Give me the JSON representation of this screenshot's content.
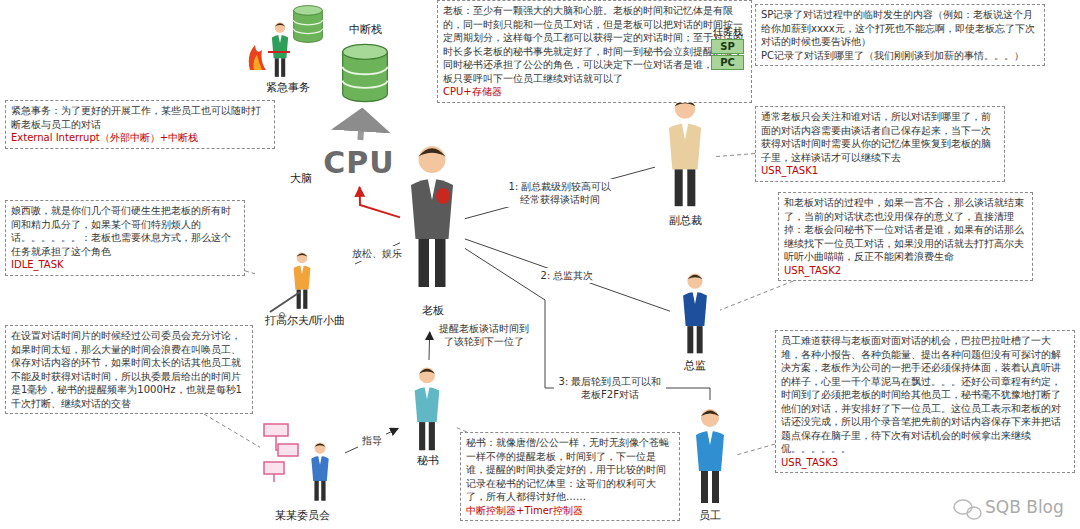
{
  "diagram": {
    "nodes": [
      {
        "text": [
          "紧急事务"
        ]
      },
      {
        "text": [
          "中断栈"
        ]
      },
      {
        "text": [
          "老板：至少有一颗强大的大脑和心脏。老板的时间和记忆体是有限的，同一时刻只能和一位员工对话，但是老板可以把对话的时间按一定周期划分，这样每个员工都可以获得一定的对话时间；至于对话的时长多长老板的秘书事先就定好了，时间一到秘书会立刻提醒老板，同时秘书还承担了公公的角色，可以决定下一位对话者是谁，这样老板只要呼叫下一位员工继续对话就可以了",
          "CPU+存储器"
        ]
      },
      {
        "text": [
          "任务栈",
          "SP",
          "PC"
        ]
      },
      {
        "text": [
          "SP记录了对话过程中的临时发生的内容（例如：老板说这个月给你加薪到xxxx元，这个打死也不能忘啊，即使老板忘了下次对话的时候也要告诉他）",
          "PC记录了对话到哪里了（我们刚刚谈到加薪的事情。。。）"
        ]
      },
      {
        "text": [
          "紧急事务：为了更好的开展工作，某些员工也可以随时打断老板与员工的对话",
          "External Interrupt（外部中断）+中断栈"
        ]
      },
      {
        "text": [
          "CPU"
        ]
      },
      {
        "text": [
          "老板"
        ]
      },
      {
        "text": [
          "副总裁"
        ]
      },
      {
        "text": [
          "通常老板只会关注和谁对话，所以对话到哪里了，前面的对话内容需要由谈话者自己保存起来，当下一次获得对话时间时需要从你的记忆体里恢复到老板的脑子里，这样谈话才可以继续下去",
          "USR_TASK1"
        ]
      },
      {
        "text": [
          "娘西嗷，就是你们几个哥们硬生生把老板的所有时间和精力瓜分了，如果某个哥们特别烦人的话。。。。。。：老板也需要休息方式，那么这个任务就承担了这个角色",
          "IDLE_TASK"
        ]
      },
      {
        "text": [
          "和老板对话的过程中，如果一言不合，那么谈话就结束了，当前的对话状态也没用保存的意义了，直接清理掉：老板会问秘书下一位对话者是谁，如果有的话那么继续找下一位员工对话，如果没用的话就去打打高尔夫听听小曲喵喵，反正不能闲着浪费生命",
          "USR_TASK2"
        ]
      },
      {
        "text": [
          "打高尔夫/听小曲"
        ]
      },
      {
        "text": [
          "总监"
        ]
      },
      {
        "text": [
          "在设置对话时间片的时候经过公司委员会充分讨论，如果时间太短，那么大量的时间会浪费在叫唤员工、保存对话内容的环节，如果时间太长的话其他员工就不能及时获得对话时间，所以执委最后给出的时间片是1毫秒，秘书的提醒频率为1000Hz，也就是每秒1千次打断、继续对话的交替"
        ]
      },
      {
        "text": [
          "员工难道获得与老板面对面对话的机会，巴拉巴拉吐槽了一大堆，各种小报告、各种负能量、提出各种问题但没有可探讨的解决方案，老板作为公司的一把手还必须保持体面，装着认真听讲的样子，心里一千个草泥马在飘过。。。还好公司章程有约定，时间到了必须把老板的时间给其他员工，秘书毫不犹豫地打断了他们的对话，并安排好了下一位员工。这位员工表示和老板的对话还没完成，所以用个录音笔把先前的对话内容保存下来并把话题点保存在脑子里，待下次有对话机会的时候拿出来继续侃。。。。。。",
          "USR_TASK3"
        ]
      },
      {
        "text": [
          "秘书"
        ]
      },
      {
        "text": [
          "员工"
        ]
      },
      {
        "text": [
          "某某委员会"
        ]
      },
      {
        "text": [
          "秘书：就像唐僧/公公一样，无时无刻像个苍蝇一样不停的提醒老板，时间到了，下一位是谁，提醒的时间执委定好的，用于比较的时间记录在秘书的记忆体里：这哥们的权利可大了，所有人都得讨好他……",
          "中断控制器+Timer控制器"
        ]
      }
    ],
    "edges": [
      {
        "from": 7,
        "to": 8,
        "arrow": "none",
        "label": "1: 副总裁级别较高可以经常获得谈话时间"
      },
      {
        "from": 7,
        "to": 13,
        "arrow": "none",
        "label": "2: 总监其次"
      },
      {
        "from": 7,
        "to": 17,
        "arrow": "none",
        "label": "3: 最后轮到员工可以和老板F2F对话"
      },
      {
        "from": 7,
        "to": 12,
        "arrow": "none",
        "label": "放松、娱乐"
      },
      {
        "from": 18,
        "to": 16,
        "arrow": "to",
        "label": "指导"
      },
      {
        "from": 16,
        "to": 7,
        "arrow": "to",
        "label": "提醒老板谈话时间到了该轮到下一位了"
      },
      {
        "from": 7,
        "to": 6,
        "arrow": "to"
      },
      {
        "from": 6,
        "to": 1,
        "arrow": "to"
      },
      {
        "from": 9,
        "to": 8,
        "arrow": "none"
      },
      {
        "from": 11,
        "to": 13,
        "arrow": "none"
      },
      {
        "from": 15,
        "to": 17,
        "arrow": "none"
      },
      {
        "from": 10,
        "to": 12,
        "arrow": "none"
      },
      {
        "from": 14,
        "to": 18,
        "arrow": "none"
      },
      {
        "from": 19,
        "to": 16,
        "arrow": "none"
      }
    ],
    "labels": [
      "大脑",
      "SQB Blog"
    ]
  }
}
